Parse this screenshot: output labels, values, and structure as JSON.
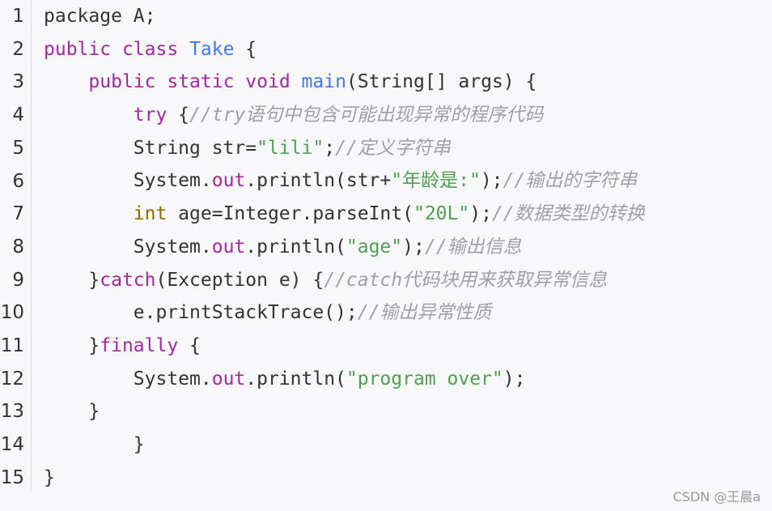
{
  "line_numbers": [
    "1",
    "2",
    "3",
    "4",
    "5",
    "6",
    "7",
    "8",
    "9",
    "10",
    "11",
    "12",
    "13",
    "14",
    "15"
  ],
  "code": {
    "l1": {
      "a": "package A;"
    },
    "l2": {
      "kw1": "public",
      "kw2": "class",
      "cls": "Take",
      "rest": " {"
    },
    "l3": {
      "indent": "    ",
      "kw1": "public",
      "kw2": "static",
      "kw3": "void",
      "fn": "main",
      "rest": "(String[] args) {"
    },
    "l4": {
      "indent": "        ",
      "kw": "try",
      "rest": " {",
      "cmt": "//try语句中包含可能出现异常的程序代码"
    },
    "l5": {
      "indent": "        ",
      "a": "String str=",
      "str": "\"lili\"",
      "b": ";",
      "cmt": "//定义字符串"
    },
    "l6": {
      "indent": "        ",
      "a": "System.",
      "field": "out",
      "b": ".println(str+",
      "str": "\"年龄是:\"",
      "c": ");",
      "cmt": "//输出的字符串"
    },
    "l7": {
      "indent": "        ",
      "kw": "int",
      "a": " age=Integer.parseInt(",
      "str": "\"20L\"",
      "b": ");",
      "cmt": "//数据类型的转换"
    },
    "l8": {
      "indent": "        ",
      "a": "System.",
      "field": "out",
      "b": ".println(",
      "str": "\"age\"",
      "c": ");",
      "cmt": "//输出信息"
    },
    "l9": {
      "indent": "    ",
      "a": "}",
      "kw": "catch",
      "b": "(Exception e) {",
      "cmt": "//catch代码块用来获取异常信息"
    },
    "l10": {
      "indent": "        ",
      "a": "e.printStackTrace();",
      "cmt": "//输出异常性质"
    },
    "l11": {
      "indent": "    ",
      "a": "}",
      "kw": "finally",
      "b": " {"
    },
    "l12": {
      "indent": "        ",
      "a": "System.",
      "field": "out",
      "b": ".println(",
      "str": "\"program over\"",
      "c": ");"
    },
    "l13": {
      "a": "    }"
    },
    "l14": {
      "a": "        }"
    },
    "l15": {
      "a": "}"
    }
  },
  "watermark": "CSDN @王晨a",
  "colors": {
    "keyword": "#a626a4",
    "type": "#4078f2",
    "string": "#50a14f",
    "comment": "#a0a1a7",
    "text": "#333333",
    "background": "#f8f8fa"
  }
}
